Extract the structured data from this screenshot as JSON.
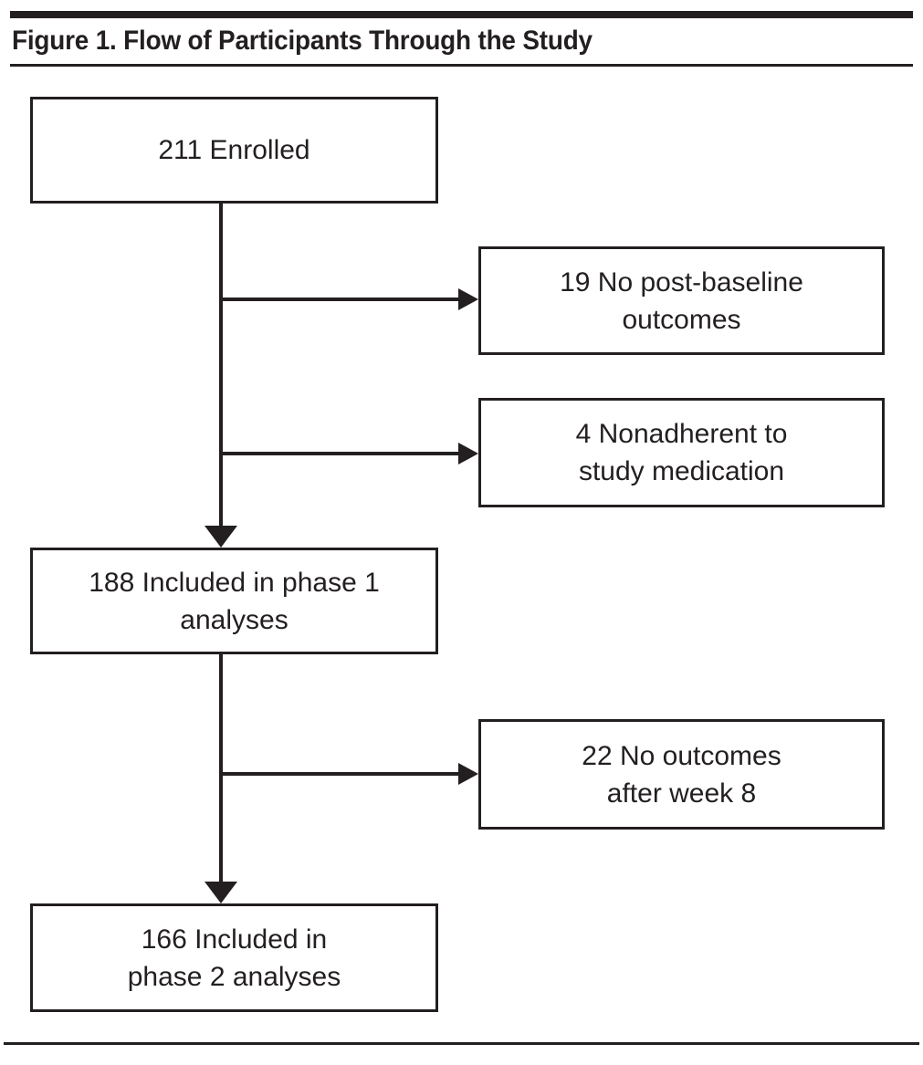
{
  "figure": {
    "title": "Figure 1. Flow of Participants Through the Study",
    "accent_color": "#231f20",
    "background_color": "#ffffff"
  },
  "flowchart": {
    "type": "participant-flow-diagram",
    "nodes": [
      {
        "id": "enrolled",
        "label": "211 Enrolled",
        "count": 211,
        "column": "left",
        "order": 1
      },
      {
        "id": "no-post-baseline",
        "label": "19 No post-baseline\noutcomes",
        "count": 19,
        "column": "right",
        "order": 2
      },
      {
        "id": "nonadherent",
        "label": "4 Nonadherent to\nstudy medication",
        "count": 4,
        "column": "right",
        "order": 3
      },
      {
        "id": "phase-1",
        "label": "188 Included in phase 1\nanalyses",
        "count": 188,
        "column": "left",
        "order": 4
      },
      {
        "id": "no-outcomes-week-8",
        "label": "22 No outcomes\nafter week 8",
        "count": 22,
        "column": "right",
        "order": 5
      },
      {
        "id": "phase-2",
        "label": "166 Included in\nphase 2 analyses",
        "count": 166,
        "column": "left",
        "order": 6
      }
    ],
    "edges": [
      {
        "from": "enrolled",
        "to": "no-post-baseline",
        "direction": "right"
      },
      {
        "from": "enrolled",
        "to": "nonadherent",
        "direction": "right"
      },
      {
        "from": "enrolled",
        "to": "phase-1",
        "direction": "down"
      },
      {
        "from": "phase-1",
        "to": "no-outcomes-week-8",
        "direction": "right"
      },
      {
        "from": "phase-1",
        "to": "phase-2",
        "direction": "down"
      }
    ]
  }
}
